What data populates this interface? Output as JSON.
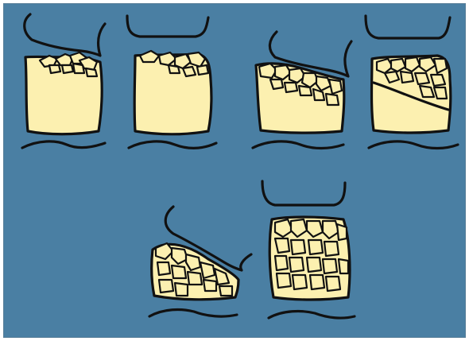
{
  "colors": {
    "background": "#4a7fa3",
    "bone": "#fcf0b0",
    "outline": "#111111"
  },
  "figures": [
    {
      "id": "fig-1",
      "row": 1,
      "variant": "superior-endplate-fracture"
    },
    {
      "id": "fig-2",
      "row": 1,
      "variant": "superior-endplate-fracture-minor"
    },
    {
      "id": "fig-3",
      "row": 1,
      "variant": "anterior-wedge-comminuted"
    },
    {
      "id": "fig-4",
      "row": 1,
      "variant": "split-fracture"
    },
    {
      "id": "fig-5",
      "row": 2,
      "variant": "severe-wedge-compression"
    },
    {
      "id": "fig-6",
      "row": 2,
      "variant": "burst-fracture"
    }
  ]
}
